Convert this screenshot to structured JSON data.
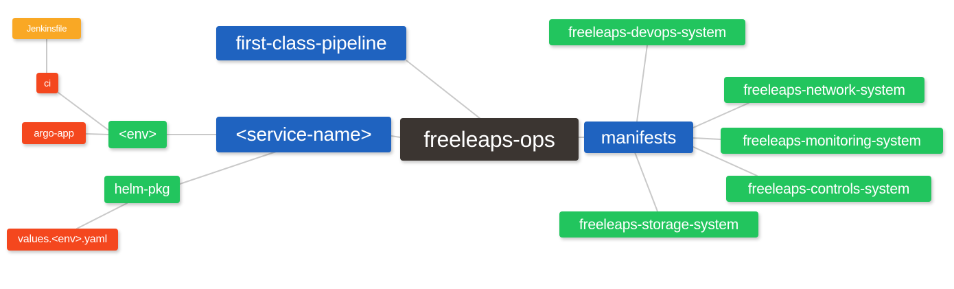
{
  "diagram": {
    "type": "mindmap",
    "root": "freeleaps-ops",
    "background_color": "#ffffff",
    "edge_color": "#c8c8c8",
    "palette": {
      "root": "#3b3531",
      "blue": "#1f63c0",
      "green": "#22c55e",
      "red": "#f4471e",
      "orange": "#f9a825"
    }
  },
  "nodes": {
    "root": {
      "label": "freeleaps-ops"
    },
    "first_class_pipeline": {
      "label": "first-class-pipeline"
    },
    "service_name": {
      "label": "<service-name>"
    },
    "env": {
      "label": "<env>"
    },
    "ci": {
      "label": "ci"
    },
    "jenkinsfile": {
      "label": "Jenkinsfile"
    },
    "argo_app": {
      "label": "argo-app"
    },
    "helm_pkg": {
      "label": "helm-pkg"
    },
    "values_yaml": {
      "label": "values.<env>.yaml"
    },
    "manifests": {
      "label": "manifests"
    },
    "devops_system": {
      "label": "freeleaps-devops-system"
    },
    "network_system": {
      "label": "freeleaps-network-system"
    },
    "monitoring_system": {
      "label": "freeleaps-monitoring-system"
    },
    "controls_system": {
      "label": "freeleaps-controls-system"
    },
    "storage_system": {
      "label": "freeleaps-storage-system"
    }
  },
  "edges": [
    {
      "from": "root",
      "to": "first_class_pipeline"
    },
    {
      "from": "root",
      "to": "service_name"
    },
    {
      "from": "service_name",
      "to": "env"
    },
    {
      "from": "service_name",
      "to": "helm_pkg"
    },
    {
      "from": "env",
      "to": "ci"
    },
    {
      "from": "env",
      "to": "argo_app"
    },
    {
      "from": "ci",
      "to": "jenkinsfile"
    },
    {
      "from": "helm_pkg",
      "to": "values_yaml"
    },
    {
      "from": "root",
      "to": "manifests"
    },
    {
      "from": "manifests",
      "to": "devops_system"
    },
    {
      "from": "manifests",
      "to": "network_system"
    },
    {
      "from": "manifests",
      "to": "monitoring_system"
    },
    {
      "from": "manifests",
      "to": "controls_system"
    },
    {
      "from": "manifests",
      "to": "storage_system"
    }
  ]
}
